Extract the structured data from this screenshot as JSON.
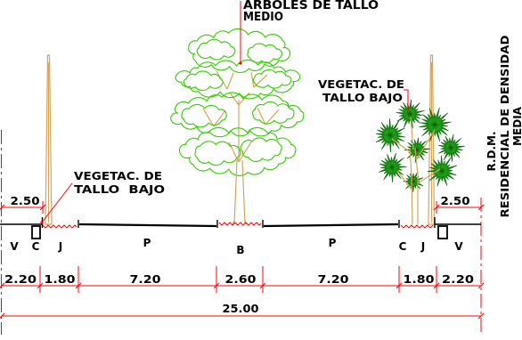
{
  "annotations": {
    "trees_callout": [
      "ARBOLES DE TALLO",
      "MEDIO"
    ],
    "low_vegetation_right": [
      "VEGETAC. DE",
      "TALLO BAJO"
    ],
    "low_vegetation_left": [
      "VEGETAC. DE",
      "TALLO  BAJO"
    ]
  },
  "zoning": {
    "code": "R.D.M.",
    "lines": [
      "RESIDENCIAL DE DENSIDAD",
      "MEDIA"
    ]
  },
  "section_labels": [
    "V",
    "C",
    "J",
    "P",
    "B",
    "P",
    "C",
    "J",
    "V"
  ],
  "dimensions": {
    "setback_left": "2.50",
    "setback_right": "2.50",
    "widths": [
      "2.20",
      "1.80",
      "7.20",
      "2.60",
      "7.20",
      "1.80",
      "2.20"
    ],
    "total": "25.00"
  },
  "colors": {
    "dimension_red": "#ff0000",
    "canopy_green": "#33cc00",
    "shrub_green": "#27b51c",
    "trunk_tan": "#d6a55c",
    "line_black": "#000000"
  }
}
